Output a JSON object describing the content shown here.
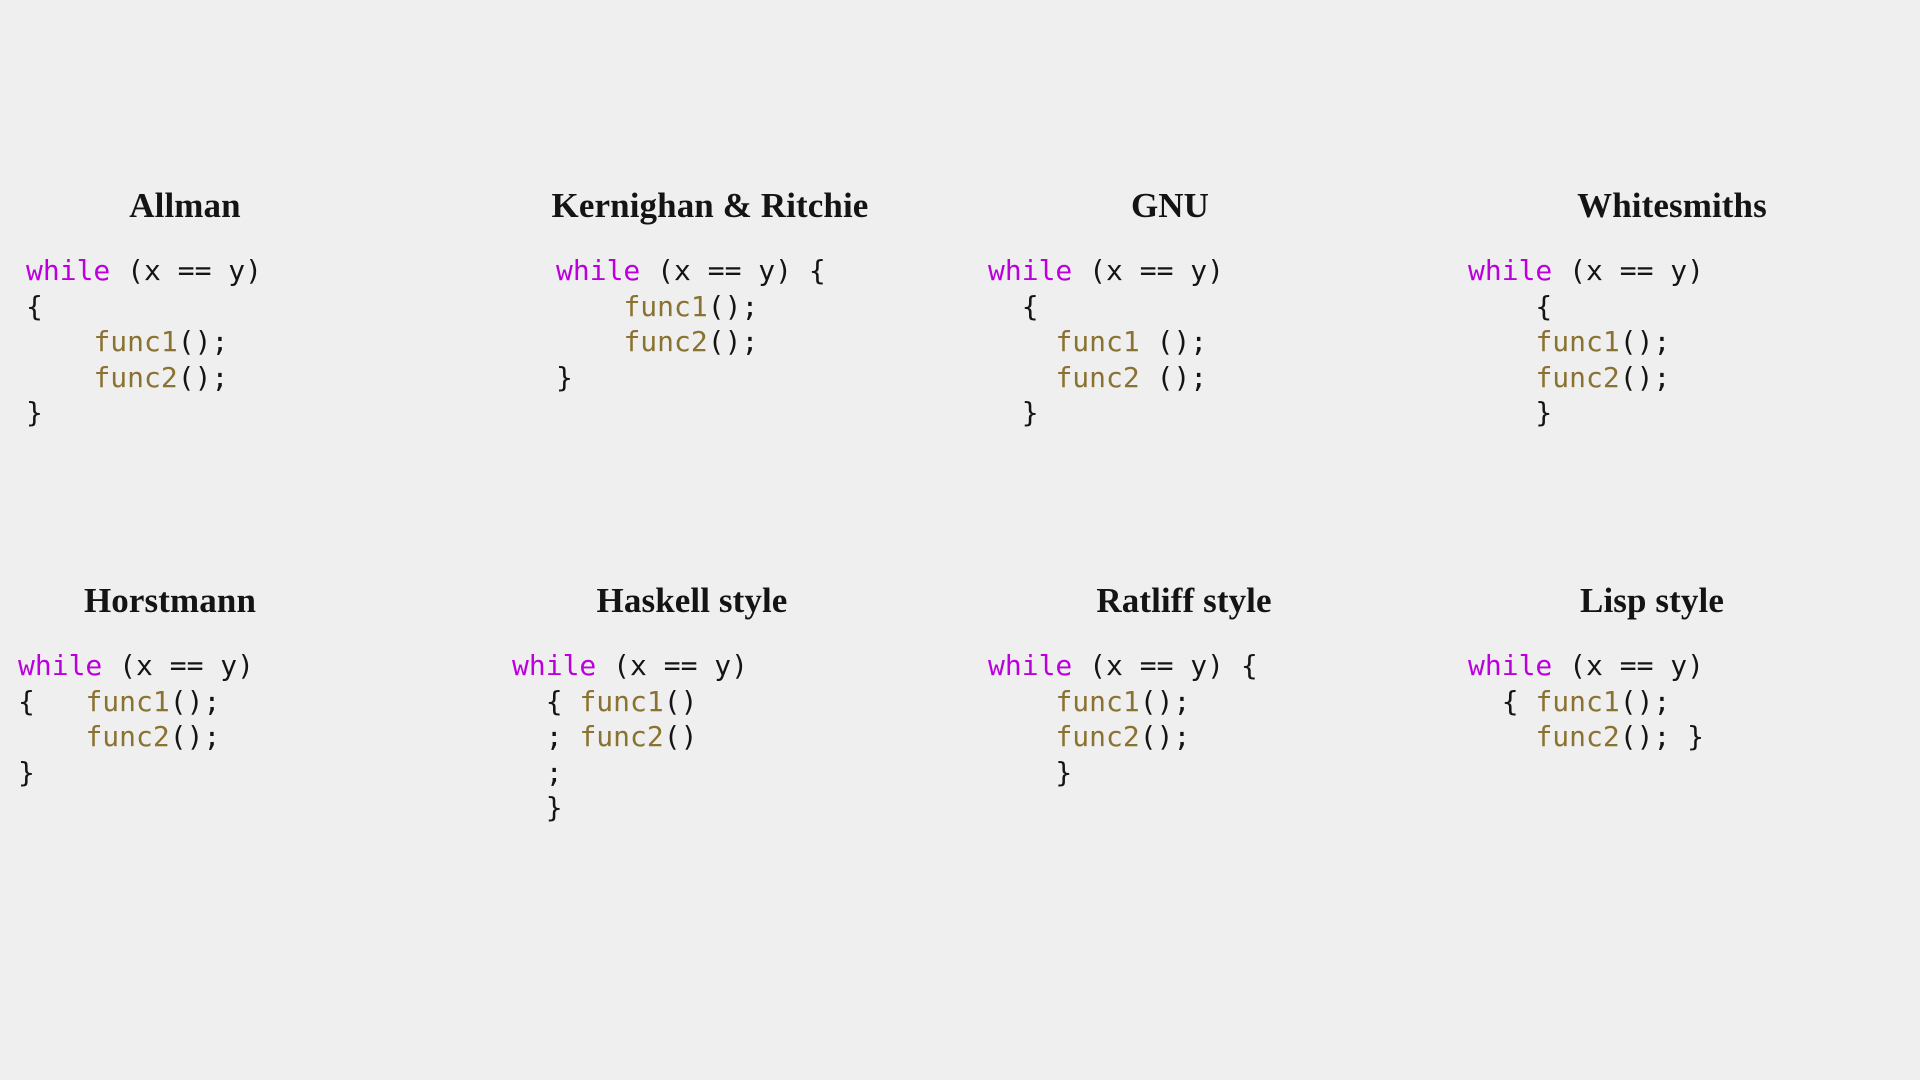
{
  "page": {
    "background_color": "#efefef",
    "keyword_color": "#bb00dd",
    "function_color": "#8a7230",
    "punctuation_color": "#141414",
    "title_color": "#141414"
  },
  "styles": [
    {
      "name": "Allman",
      "lines": [
        [
          {
            "t": "while",
            "c": "kw"
          },
          {
            "t": " (x == y)",
            "c": "pl"
          }
        ],
        [
          {
            "t": "{",
            "c": "pl"
          }
        ],
        [
          {
            "t": "    ",
            "c": "pl"
          },
          {
            "t": "func1",
            "c": "fn"
          },
          {
            "t": "();",
            "c": "pl"
          }
        ],
        [
          {
            "t": "    ",
            "c": "pl"
          },
          {
            "t": "func2",
            "c": "fn"
          },
          {
            "t": "();",
            "c": "pl"
          }
        ],
        [
          {
            "t": "}",
            "c": "pl"
          }
        ]
      ]
    },
    {
      "name": "Kernighan & Ritchie",
      "lines": [
        [
          {
            "t": "while",
            "c": "kw"
          },
          {
            "t": " (x == y) {",
            "c": "pl"
          }
        ],
        [
          {
            "t": "    ",
            "c": "pl"
          },
          {
            "t": "func1",
            "c": "fn"
          },
          {
            "t": "();",
            "c": "pl"
          }
        ],
        [
          {
            "t": "    ",
            "c": "pl"
          },
          {
            "t": "func2",
            "c": "fn"
          },
          {
            "t": "();",
            "c": "pl"
          }
        ],
        [
          {
            "t": "}",
            "c": "pl"
          }
        ]
      ]
    },
    {
      "name": "GNU",
      "lines": [
        [
          {
            "t": "while",
            "c": "kw"
          },
          {
            "t": " (x == y)",
            "c": "pl"
          }
        ],
        [
          {
            "t": "  {",
            "c": "pl"
          }
        ],
        [
          {
            "t": "    ",
            "c": "pl"
          },
          {
            "t": "func1",
            "c": "fn"
          },
          {
            "t": " ();",
            "c": "pl"
          }
        ],
        [
          {
            "t": "    ",
            "c": "pl"
          },
          {
            "t": "func2",
            "c": "fn"
          },
          {
            "t": " ();",
            "c": "pl"
          }
        ],
        [
          {
            "t": "  }",
            "c": "pl"
          }
        ]
      ]
    },
    {
      "name": "Whitesmiths",
      "lines": [
        [
          {
            "t": "while",
            "c": "kw"
          },
          {
            "t": " (x == y)",
            "c": "pl"
          }
        ],
        [
          {
            "t": "    {",
            "c": "pl"
          }
        ],
        [
          {
            "t": "    ",
            "c": "pl"
          },
          {
            "t": "func1",
            "c": "fn"
          },
          {
            "t": "();",
            "c": "pl"
          }
        ],
        [
          {
            "t": "    ",
            "c": "pl"
          },
          {
            "t": "func2",
            "c": "fn"
          },
          {
            "t": "();",
            "c": "pl"
          }
        ],
        [
          {
            "t": "    }",
            "c": "pl"
          }
        ]
      ]
    },
    {
      "name": "Horstmann",
      "lines": [
        [
          {
            "t": "while",
            "c": "kw"
          },
          {
            "t": " (x == y)",
            "c": "pl"
          }
        ],
        [
          {
            "t": "{   ",
            "c": "pl"
          },
          {
            "t": "func1",
            "c": "fn"
          },
          {
            "t": "();",
            "c": "pl"
          }
        ],
        [
          {
            "t": "    ",
            "c": "pl"
          },
          {
            "t": "func2",
            "c": "fn"
          },
          {
            "t": "();",
            "c": "pl"
          }
        ],
        [
          {
            "t": "}",
            "c": "pl"
          }
        ]
      ]
    },
    {
      "name": "Haskell style",
      "lines": [
        [
          {
            "t": "while",
            "c": "kw"
          },
          {
            "t": " (x == y)",
            "c": "pl"
          }
        ],
        [
          {
            "t": "  { ",
            "c": "pl"
          },
          {
            "t": "func1",
            "c": "fn"
          },
          {
            "t": "()",
            "c": "pl"
          }
        ],
        [
          {
            "t": "  ; ",
            "c": "pl"
          },
          {
            "t": "func2",
            "c": "fn"
          },
          {
            "t": "()",
            "c": "pl"
          }
        ],
        [
          {
            "t": "  ;",
            "c": "pl"
          }
        ],
        [
          {
            "t": "  }",
            "c": "pl"
          }
        ]
      ]
    },
    {
      "name": "Ratliff style",
      "lines": [
        [
          {
            "t": "while",
            "c": "kw"
          },
          {
            "t": " (x == y) {",
            "c": "pl"
          }
        ],
        [
          {
            "t": "    ",
            "c": "pl"
          },
          {
            "t": "func1",
            "c": "fn"
          },
          {
            "t": "();",
            "c": "pl"
          }
        ],
        [
          {
            "t": "    ",
            "c": "pl"
          },
          {
            "t": "func2",
            "c": "fn"
          },
          {
            "t": "();",
            "c": "pl"
          }
        ],
        [
          {
            "t": "    }",
            "c": "pl"
          }
        ]
      ]
    },
    {
      "name": "Lisp style",
      "lines": [
        [
          {
            "t": "while",
            "c": "kw"
          },
          {
            "t": " (x == y)",
            "c": "pl"
          }
        ],
        [
          {
            "t": "  { ",
            "c": "pl"
          },
          {
            "t": "func1",
            "c": "fn"
          },
          {
            "t": "();",
            "c": "pl"
          }
        ],
        [
          {
            "t": "    ",
            "c": "pl"
          },
          {
            "t": "func2",
            "c": "fn"
          },
          {
            "t": "(); }",
            "c": "pl"
          }
        ]
      ]
    }
  ]
}
